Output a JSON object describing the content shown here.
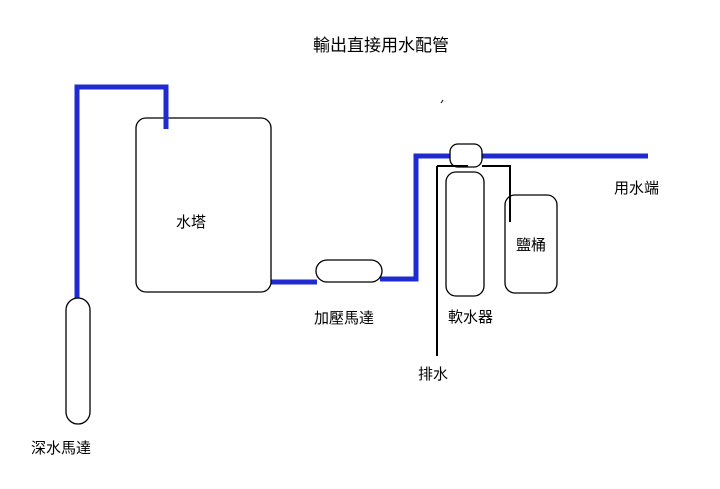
{
  "diagram": {
    "title": "輸出直接用水配管",
    "colors": {
      "pipe": "#1f2bd1",
      "outline": "#000000",
      "background": "#ffffff"
    },
    "labels": {
      "deep_well_pump": "深水馬達",
      "water_tower": "水塔",
      "booster_pump": "加壓馬達",
      "water_softener": "軟水器",
      "brine_tank": "鹽桶",
      "drain": "排水",
      "outlet": "用水端"
    }
  }
}
